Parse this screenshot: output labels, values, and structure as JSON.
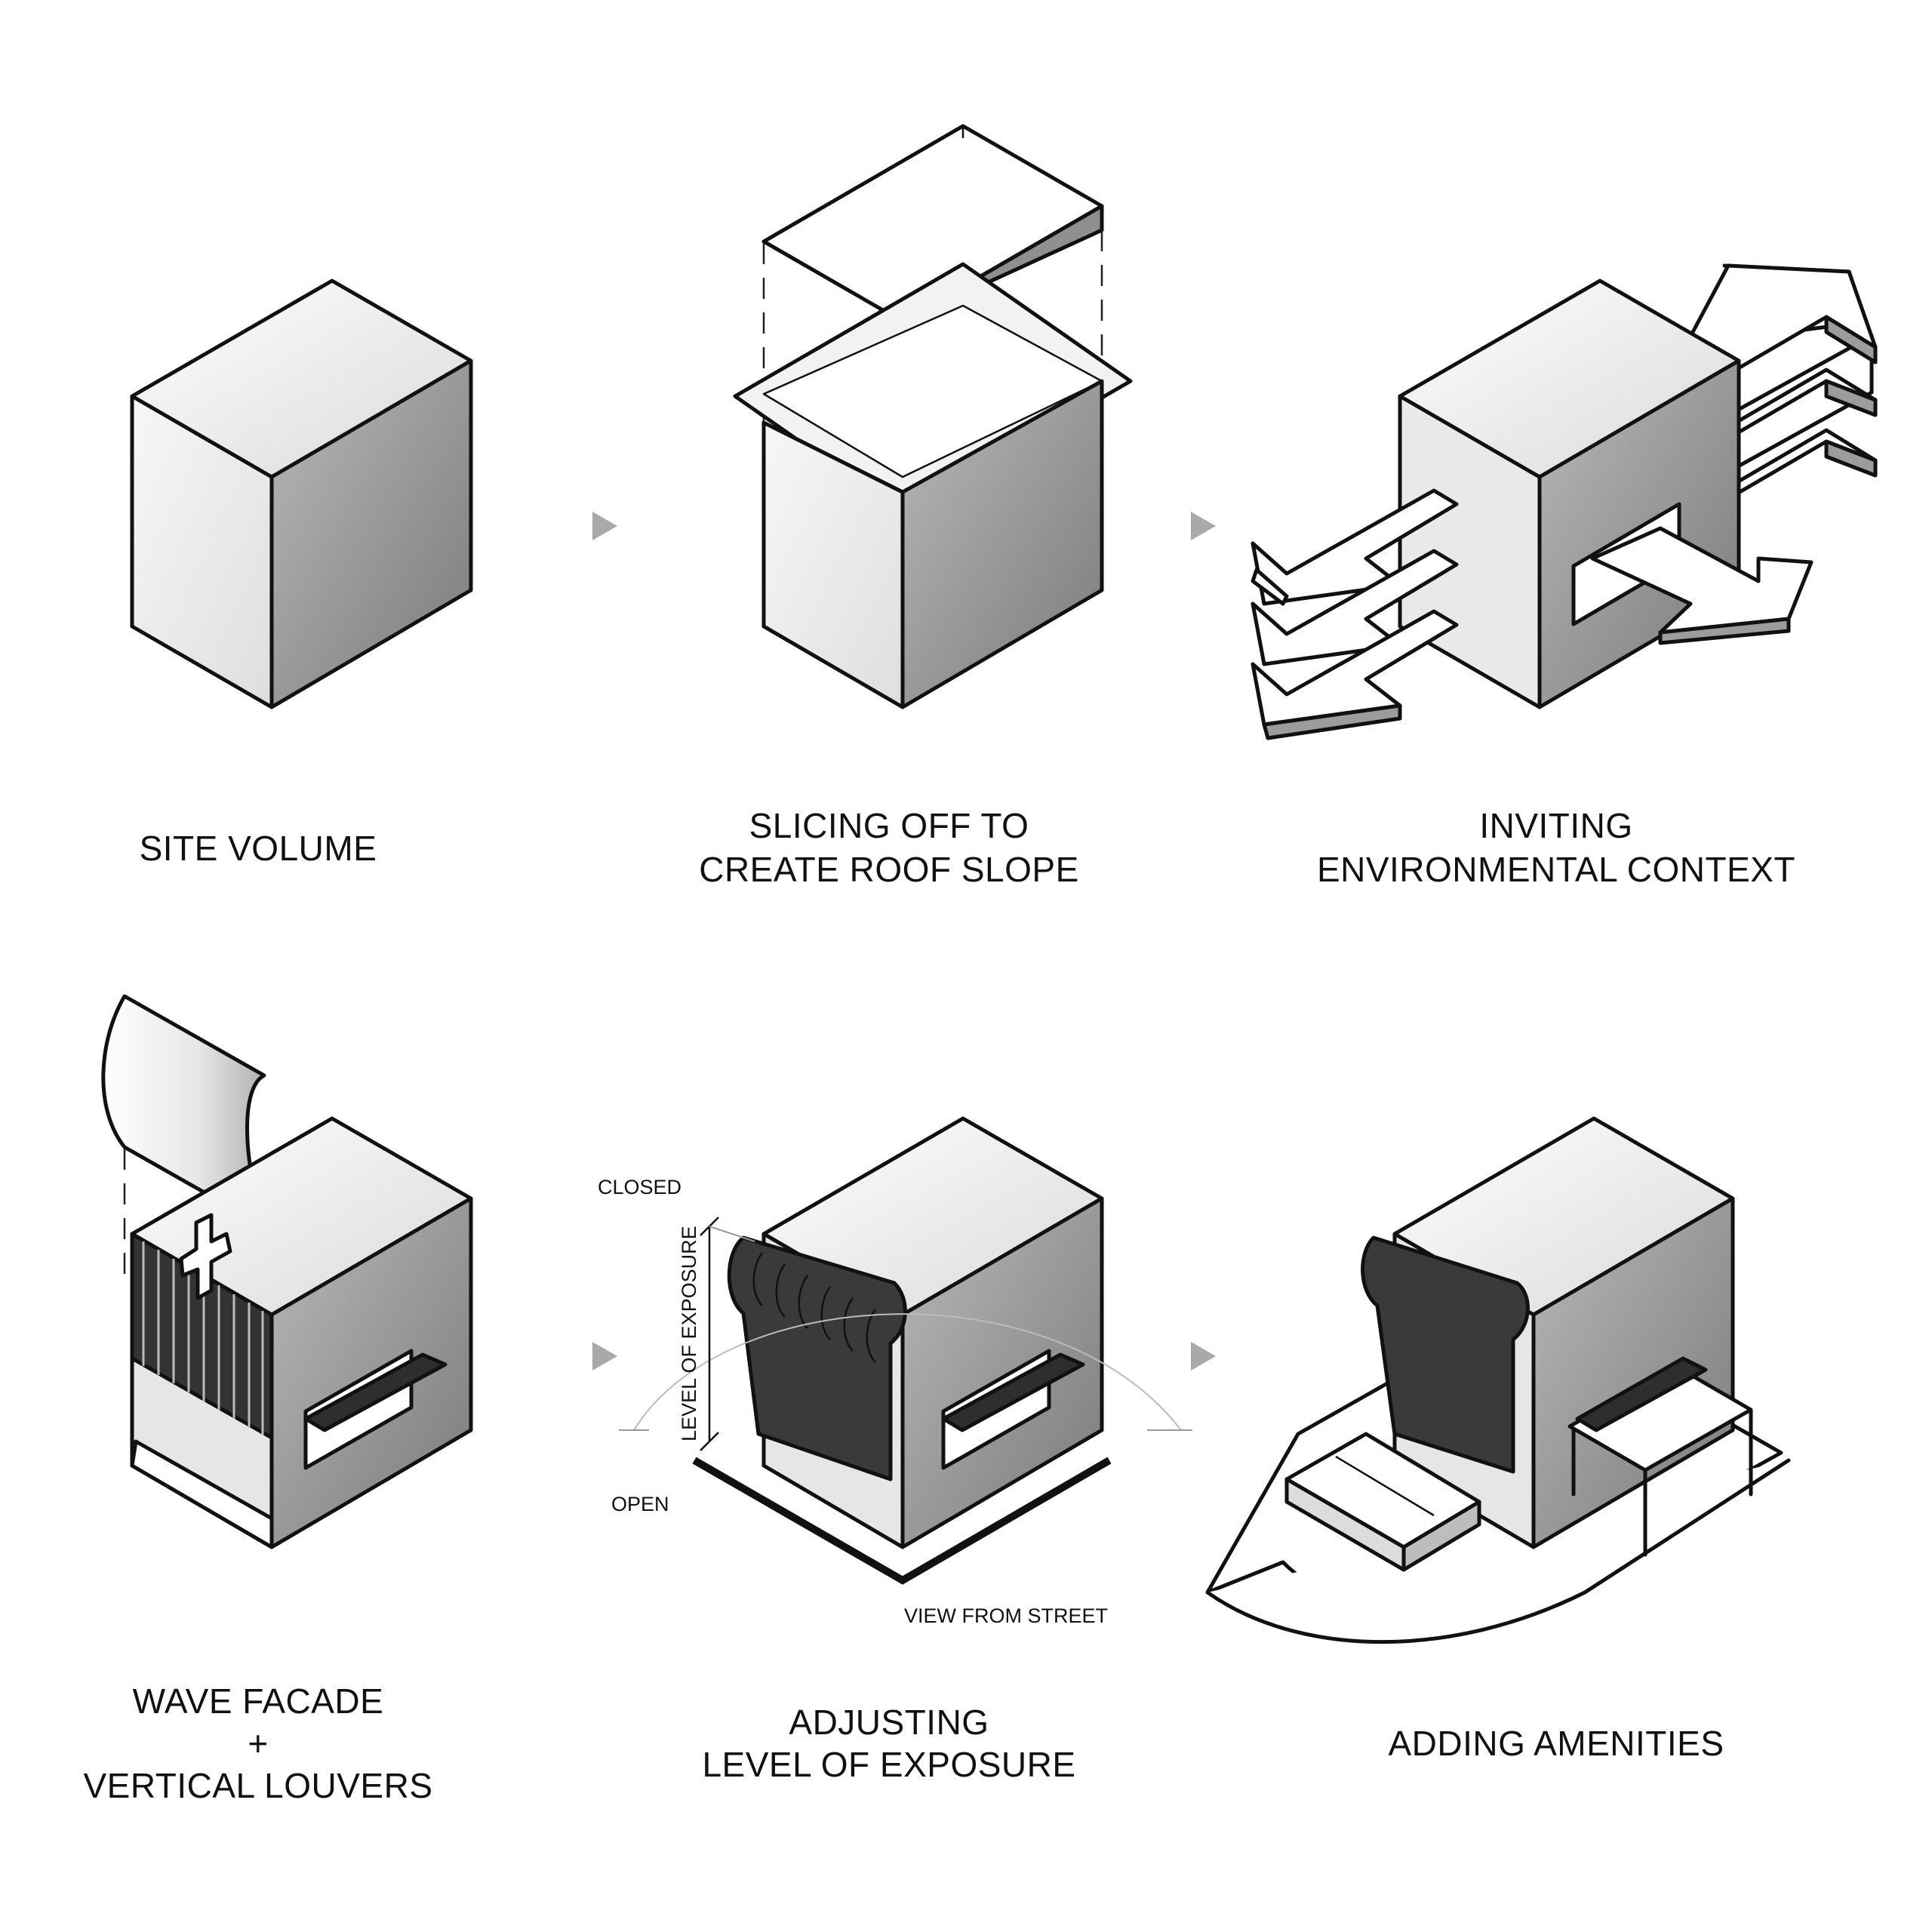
{
  "steps": [
    {
      "id": "site-volume",
      "caption": [
        "SITE VOLUME"
      ]
    },
    {
      "id": "roof-slope",
      "caption": [
        "SLICING OFF TO",
        "CREATE ROOF SLOPE"
      ]
    },
    {
      "id": "environment",
      "caption": [
        "INVITING",
        "ENVIRONMENTAL CONTEXT"
      ]
    },
    {
      "id": "wave-facade",
      "caption": [
        "WAVE FACADE",
        "+",
        "VERTICAL LOUVERS"
      ]
    },
    {
      "id": "exposure",
      "caption": [
        "ADJUSTING",
        "LEVEL OF EXPOSURE"
      ]
    },
    {
      "id": "amenities",
      "caption": [
        "ADDING AMENITIES"
      ]
    }
  ],
  "annotations": {
    "closed": "CLOSED",
    "open": "OPEN",
    "level_of_exposure": "LEVEL OF EXPOSURE",
    "view_from_street": "VIEW FROM STREET"
  },
  "colors": {
    "line": "#111111",
    "top_face": "#ffffff",
    "left_face": "#ebebeb",
    "right_face": "#9a9a9a",
    "arrow_marker": "#a9a9a9"
  }
}
